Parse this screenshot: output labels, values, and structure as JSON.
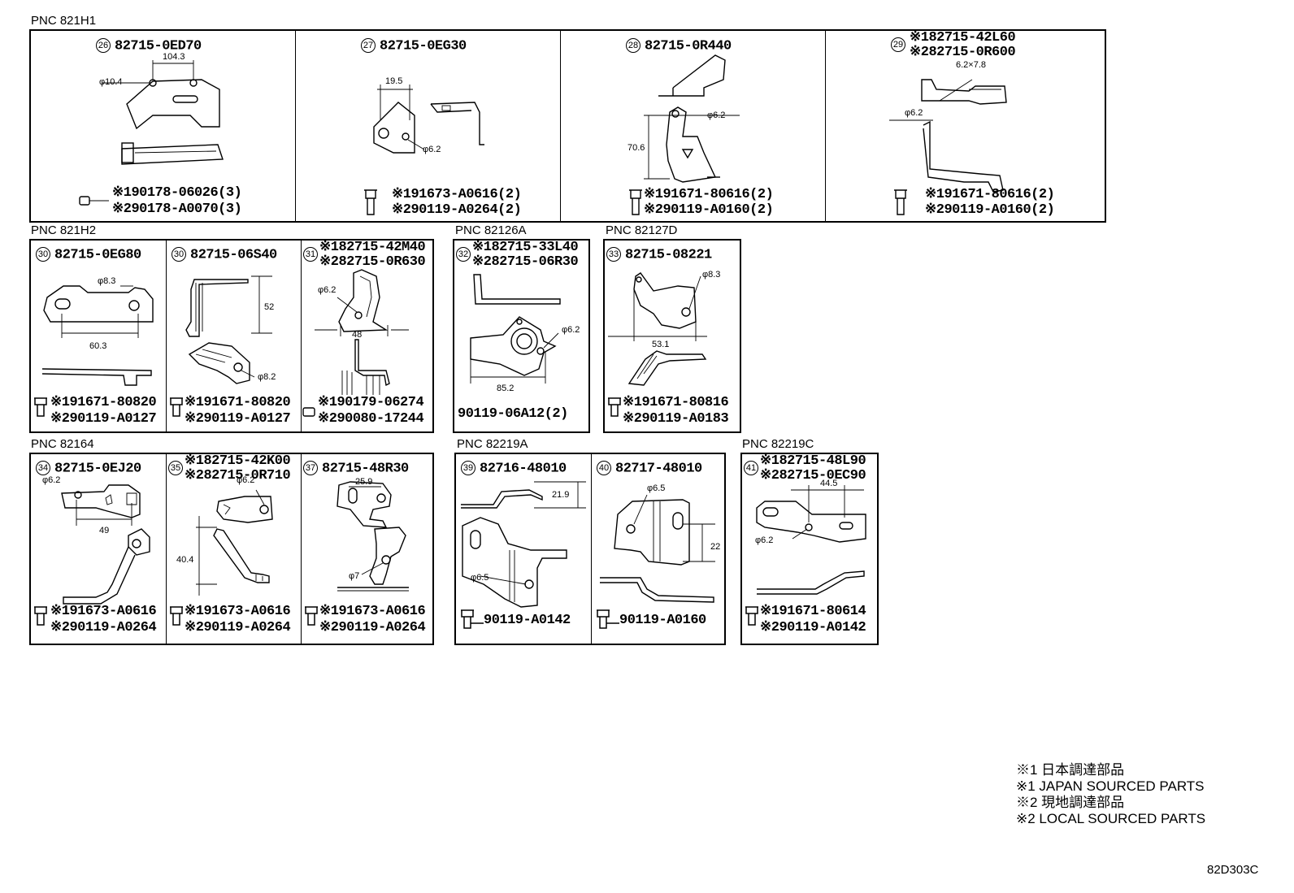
{
  "groups": {
    "g1": {
      "pnc": "PNC 821H1",
      "cells": [
        {
          "callout": "26",
          "part": "82715-0ED70",
          "dims": [
            "104.3",
            "φ10.4"
          ],
          "sub1": "※190178-06026(3)",
          "sub2": "※290178-A0070(3)"
        },
        {
          "callout": "27",
          "part": "82715-0EG30",
          "dims": [
            "19.5",
            "φ6.2"
          ],
          "sub1": "※191673-A0616(2)",
          "sub2": "※290119-A0264(2)"
        },
        {
          "callout": "28",
          "part": "82715-0R440",
          "dims": [
            "φ6.2",
            "70.6"
          ],
          "sub1": "※191671-80616(2)",
          "sub2": "※290119-A0160(2)"
        },
        {
          "callout": "29",
          "part1": "※182715-42L60",
          "part2": "※282715-0R600",
          "dims": [
            "6.2×7.8",
            "φ6.2"
          ],
          "sub1": "※191671-80616(2)",
          "sub2": "※290119-A0160(2)"
        }
      ]
    },
    "g2": {
      "pnc": "PNC 821H2",
      "cells": [
        {
          "callout": "30",
          "part": "82715-0EG80",
          "dims": [
            "φ8.3",
            "60.3"
          ],
          "sub1": "※191671-80820",
          "sub2": "※290119-A0127"
        },
        {
          "callout": "30",
          "part": "82715-06S40",
          "dims": [
            "52",
            "φ8.2"
          ],
          "sub1": "※191671-80820",
          "sub2": "※290119-A0127"
        },
        {
          "callout": "31",
          "part1": "※182715-42M40",
          "part2": "※282715-0R630",
          "dims": [
            "φ6.2",
            "48"
          ],
          "sub1": "※190179-06274",
          "sub2": "※290080-17244"
        }
      ]
    },
    "g3": {
      "pnc": "PNC 82126A",
      "cells": [
        {
          "callout": "32",
          "part1": "※182715-33L40",
          "part2": "※282715-06R30",
          "dims": [
            "φ6.2",
            "85.2"
          ],
          "sub1": "90119-06A12(2)"
        }
      ]
    },
    "g4": {
      "pnc": "PNC 82127D",
      "cells": [
        {
          "callout": "33",
          "part": "82715-08221",
          "dims": [
            "φ8.3",
            "53.1"
          ],
          "sub1": "※191671-80816",
          "sub2": "※290119-A0183"
        }
      ]
    },
    "g5": {
      "pnc": "PNC 82164",
      "cells": [
        {
          "callout": "34",
          "part": "82715-0EJ20",
          "dims": [
            "φ6.2",
            "49"
          ],
          "sub1": "※191673-A0616",
          "sub2": "※290119-A0264"
        },
        {
          "callout": "35",
          "part1": "※182715-42K00",
          "part2": "※282715-0R710",
          "dims": [
            "φ6.2",
            "40.4"
          ],
          "sub1": "※191673-A0616",
          "sub2": "※290119-A0264"
        },
        {
          "callout": "37",
          "part": "82715-48R30",
          "dims": [
            "25.9",
            "φ7"
          ],
          "sub1": "※191673-A0616",
          "sub2": "※290119-A0264"
        }
      ]
    },
    "g6": {
      "pnc": "PNC 82219A",
      "cells": [
        {
          "callout": "39",
          "part": "82716-48010",
          "dims": [
            "21.9",
            "φ6.5"
          ],
          "sub1": "90119-A0142"
        },
        {
          "callout": "40",
          "part": "82717-48010",
          "dims": [
            "φ6.5",
            "22"
          ],
          "sub1": "90119-A0160"
        }
      ]
    },
    "g7": {
      "pnc": "PNC 82219C",
      "cells": [
        {
          "callout": "41",
          "part1": "※182715-48L90",
          "part2": "※282715-0EC90",
          "dims": [
            "44.5",
            "φ6.2"
          ],
          "sub1": "※191671-80614",
          "sub2": "※290119-A0142"
        }
      ]
    }
  },
  "notes": [
    "※1 日本調達部品",
    "※1 JAPAN SOURCED PARTS",
    "※2 現地調達部品",
    "※2 LOCAL SOURCED PARTS"
  ],
  "diagram_code": "82D303C"
}
